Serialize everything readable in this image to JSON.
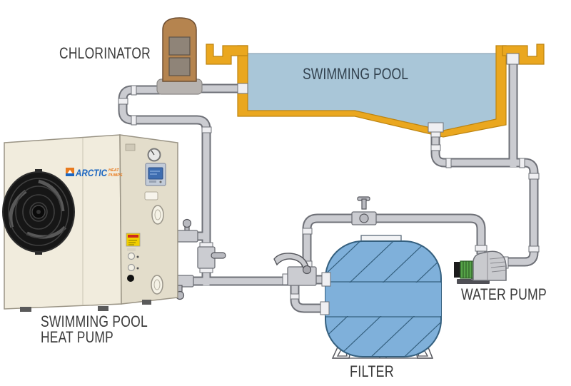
{
  "labels": {
    "chlorinator": "CHLORINATOR",
    "swimming_pool": "SWIMMING POOL",
    "heat_pump_line1": "SWIMMING POOL",
    "heat_pump_line2": "HEAT PUMP",
    "water_pump": "WATER PUMP",
    "filter": "FILTER"
  },
  "brand": {
    "name": "ARCTIC",
    "sub_line1": "HEAT",
    "sub_line2": "PUMPS"
  },
  "colors": {
    "pipe-fill": "#cbccd1",
    "pipe-edge": "#6e7077",
    "fitting": "#efeff2",
    "valve-gray": "#b9bac0",
    "pool-water": "#a9c6d8",
    "pool-wall": "#eaa71f",
    "pool-wall-edge": "#bd8410",
    "water-text": "#33424f",
    "filter-body": "#7fb0da",
    "filter-line": "#35607f",
    "chlor-body": "#b5844f",
    "chlor-edge": "#6e4f33",
    "chlor-slot": "#8f8478",
    "chlor-base": "#b7b3b0",
    "hp-front": "#f1ecdd",
    "hp-side": "#e3ddcb",
    "hp-edge": "#9a9485",
    "fan-dark": "#161616",
    "motor-green": "#56a348",
    "motor-edge": "#2e5e28",
    "pump-gray": "#c9cace",
    "warn-yellow": "#f2cf00",
    "label": "#3a3a3a",
    "brand-blue": "#1b66c0",
    "brand-orange": "#e87a1e"
  }
}
